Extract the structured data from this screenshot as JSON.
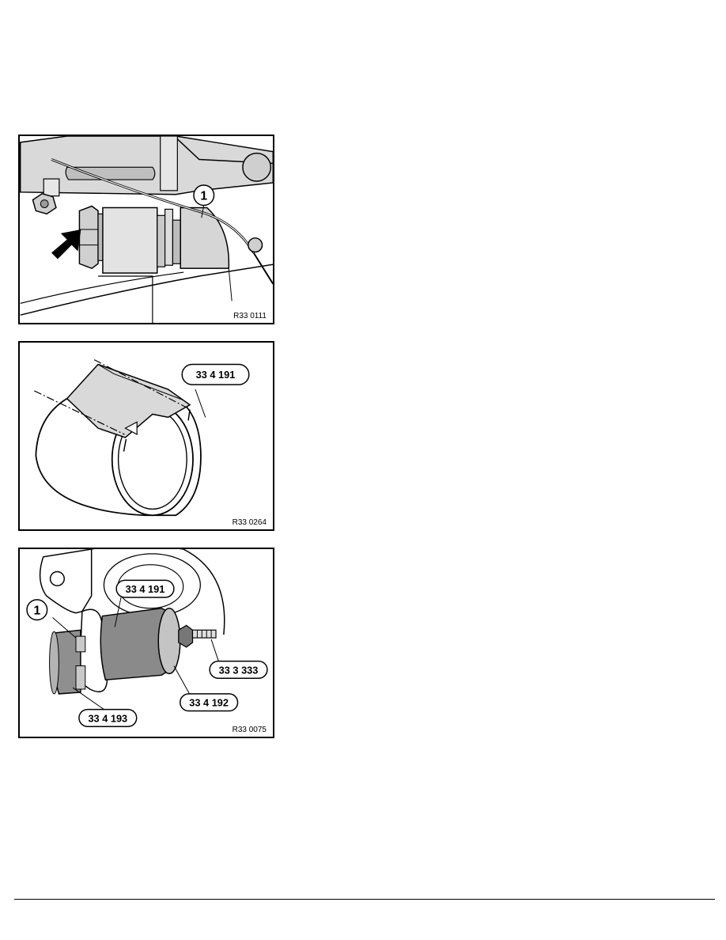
{
  "figures": [
    {
      "code": "R33 0111",
      "callouts": [
        {
          "label": "1"
        }
      ],
      "icons": [
        "arrow-icon"
      ]
    },
    {
      "code": "R33 0264",
      "tool_labels": [
        "33 4 191"
      ]
    },
    {
      "code": "R33 0075",
      "callouts": [
        {
          "label": "1"
        }
      ],
      "tool_labels": [
        "33 4 191",
        "33 3 333",
        "33 4 192",
        "33 4 193"
      ]
    }
  ]
}
